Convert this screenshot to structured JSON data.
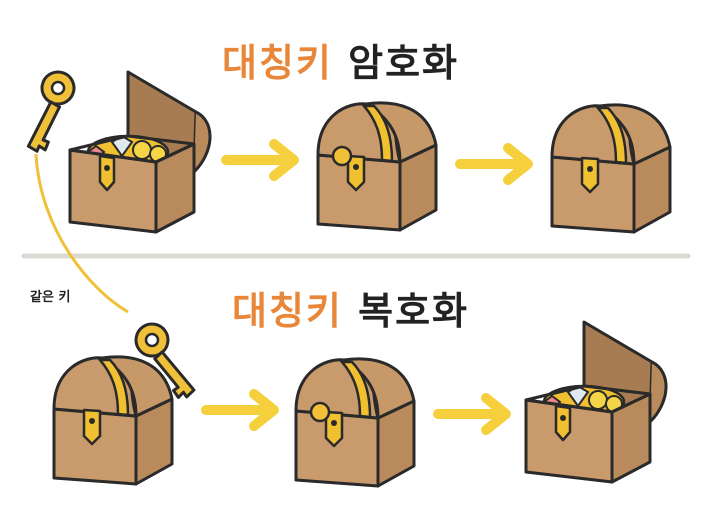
{
  "encrypt": {
    "title_accent": "대칭키",
    "title_rest": "암호화"
  },
  "decrypt": {
    "title_accent": "대칭키",
    "title_rest": "복호화"
  },
  "same_key_label": "같은 키",
  "colors": {
    "accent": "#e8873a",
    "chest_wood": "#c99a6b",
    "chest_dark": "#a87c52",
    "band_gold": "#f0c030",
    "arrow": "#f6cf3c",
    "key": "#f0c038",
    "divider": "#dcd8d2",
    "outline": "#2a2a2a"
  },
  "icons": {
    "key": "key-icon",
    "open_chest": "open-treasure-chest-icon",
    "closed_locked_chest": "locked-chest-icon",
    "closed_chest": "closed-chest-icon",
    "arrow": "arrow-right-icon"
  }
}
